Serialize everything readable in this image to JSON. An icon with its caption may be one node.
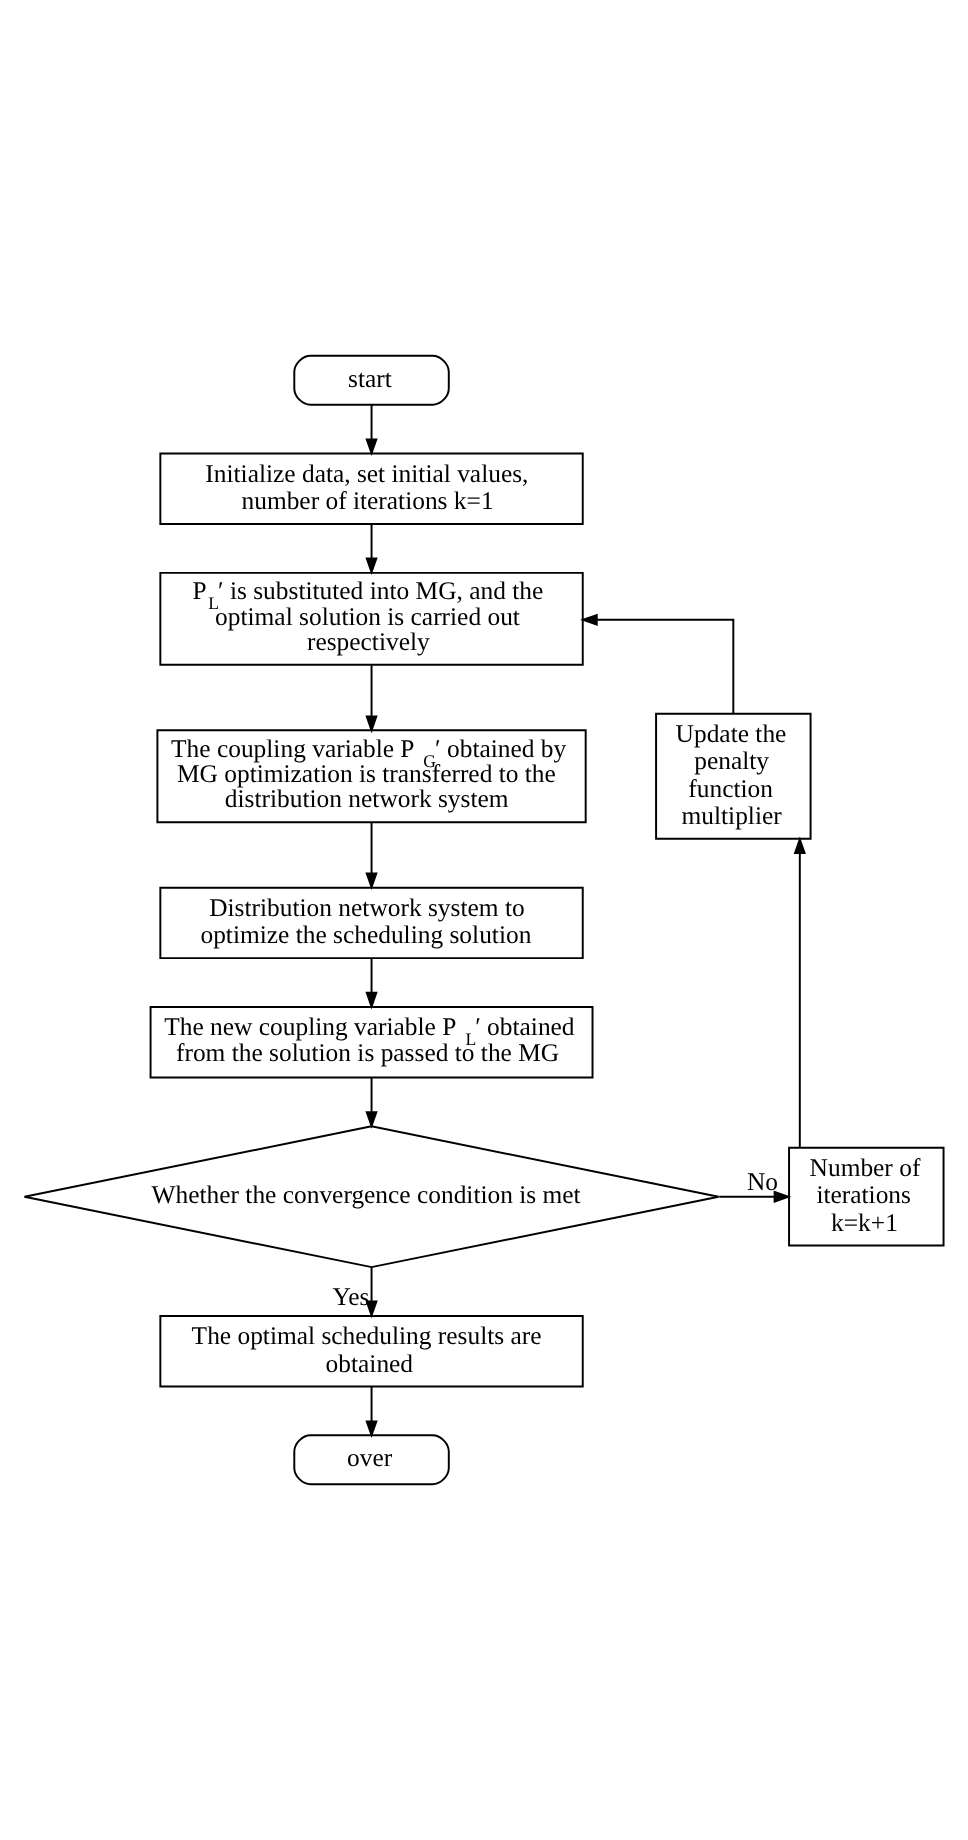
{
  "diagram": {
    "nodes": [
      {
        "text": [
          "start"
        ]
      },
      {
        "text": [
          "Initialize data, set initial values, number of iterations k=1"
        ]
      },
      {
        "text": [
          "P$_{L}$′ is substituted into MG, and the optimal solution is carried out respectively"
        ]
      },
      {
        "text": [
          "The coupling variable P$_{G}$′ obtained by MG optimization is transferred to the distribution network system"
        ]
      },
      {
        "text": [
          "Distribution network system to optimize the scheduling solution"
        ]
      },
      {
        "text": [
          "The new coupling variable P$_{L}$′ obtained from the solution is passed to the MG"
        ]
      },
      {
        "text": [
          "Whether the convergence condition is met"
        ]
      },
      {
        "text": [
          "The optimal scheduling results are obtained"
        ]
      },
      {
        "text": [
          "over"
        ]
      },
      {
        "text": [
          "Number of iterations k=k+1"
        ]
      },
      {
        "text": [
          "Update the penalty function multiplier"
        ]
      }
    ],
    "edges": [
      {
        "from": 0,
        "to": 1,
        "arrow": "to"
      },
      {
        "from": 1,
        "to": 2,
        "arrow": "to"
      },
      {
        "from": 2,
        "to": 3,
        "arrow": "to"
      },
      {
        "from": 3,
        "to": 4,
        "arrow": "to"
      },
      {
        "from": 4,
        "to": 5,
        "arrow": "to"
      },
      {
        "from": 5,
        "to": 6,
        "arrow": "to"
      },
      {
        "from": 6,
        "to": 7,
        "arrow": "to",
        "label": "Yes"
      },
      {
        "from": 7,
        "to": 8,
        "arrow": "to"
      },
      {
        "from": 6,
        "to": 9,
        "arrow": "to",
        "label": "No"
      },
      {
        "from": 9,
        "to": 10,
        "arrow": "to"
      },
      {
        "from": 10,
        "to": 2,
        "arrow": "to"
      }
    ]
  }
}
